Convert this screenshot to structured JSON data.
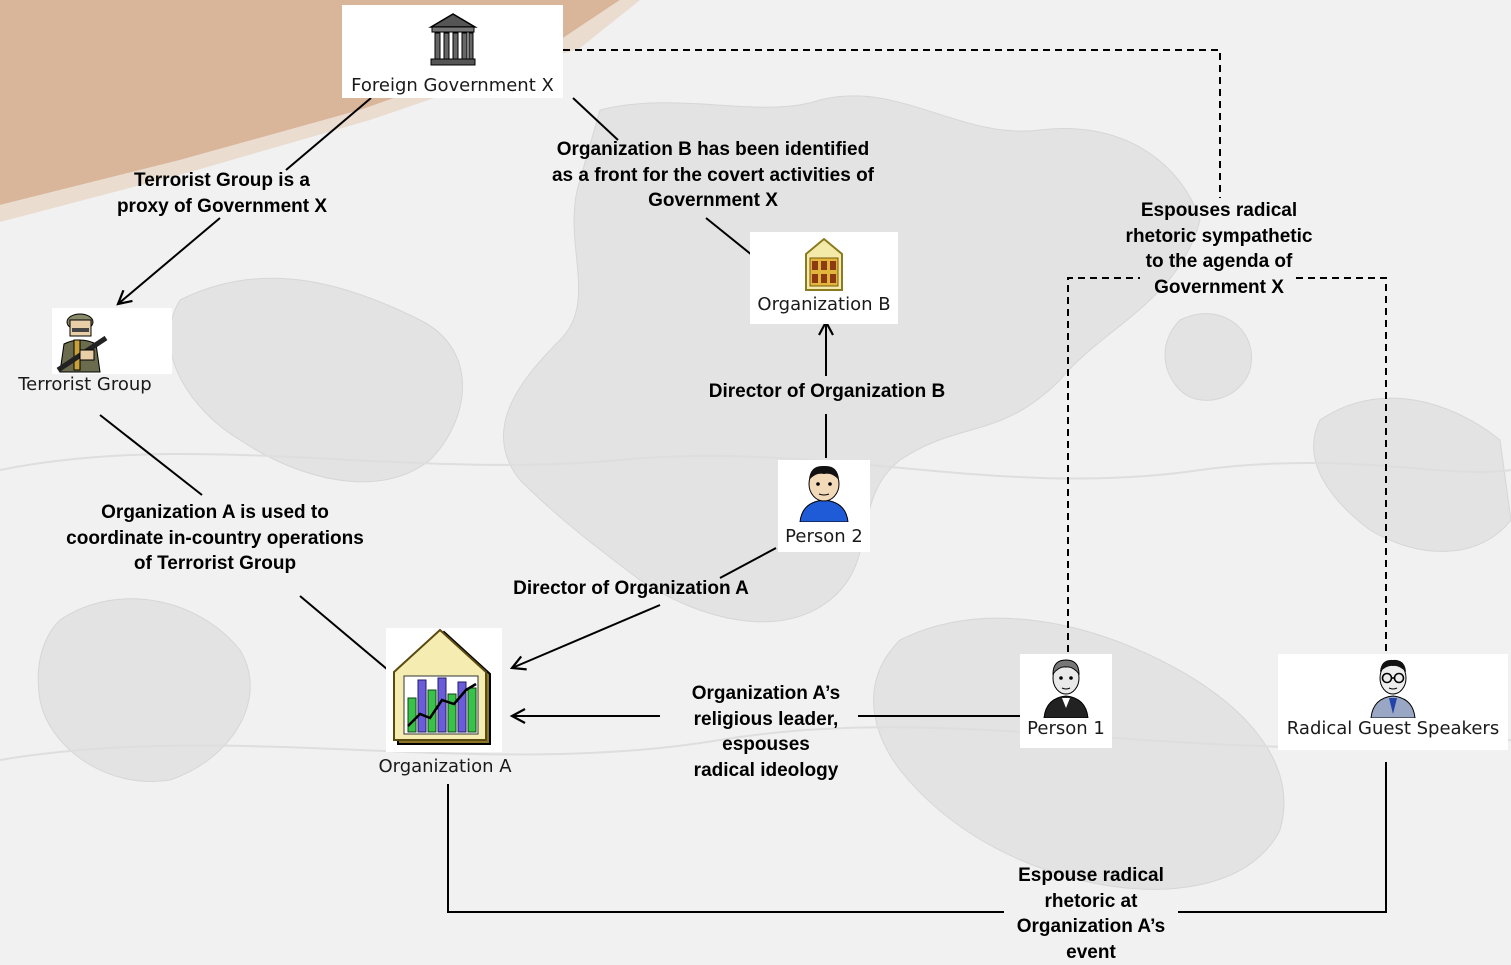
{
  "nodes": {
    "foreign_government": "Foreign Government X",
    "terrorist_group": "Terrorist Group",
    "organization_b": "Organization B",
    "person_2": "Person 2",
    "organization_a": "Organization A",
    "person_1": "Person 1",
    "radical_guest_speakers": "Radical Guest Speakers"
  },
  "edges": {
    "gov_to_terrorist": [
      "Terrorist Group is a",
      "proxy of Government X"
    ],
    "gov_to_org_b": [
      "Organization B has been identified",
      "as a front for the covert activities of",
      "Government X"
    ],
    "person2_to_org_b": [
      "Director of Organization B"
    ],
    "person2_to_org_a": [
      "Director of Organization A"
    ],
    "terrorist_to_org_a": [
      "Organization A is used to",
      "coordinate in-country operations",
      "of Terrorist Group"
    ],
    "person1_to_org_a": [
      "Organization A’s",
      "religious leader,",
      "espouses",
      "radical ideology"
    ],
    "speakers_to_gov": [
      "Espouses radical",
      "rhetoric sympathetic",
      "to the agenda of",
      "Government X"
    ],
    "speakers_to_org_a": [
      "Espouse radical",
      "rhetoric at",
      "Organization A’s",
      "event"
    ]
  },
  "colors": {
    "background_map": "#e4e4e4",
    "background_banner": "#d9b59a",
    "line": "#000000"
  }
}
